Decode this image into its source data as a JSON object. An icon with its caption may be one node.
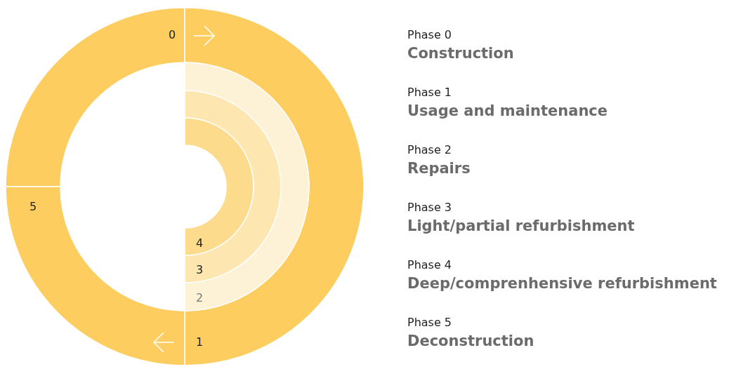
{
  "diagram": {
    "nodes": [
      {
        "text": [
          "0"
        ]
      },
      {
        "text": [
          "1"
        ]
      },
      {
        "text": [
          "2"
        ]
      },
      {
        "text": [
          "3"
        ]
      },
      {
        "text": [
          "4"
        ]
      },
      {
        "text": [
          "5"
        ]
      }
    ],
    "labels": [
      "Phase 0",
      "Construction",
      "Phase 1",
      "Usage and maintenance",
      "Phase 2",
      "Repairs",
      "Phase 3",
      "Light/partial refurbishment",
      "Phase 4",
      "Deep/comprenhensive refurbishment",
      "Phase 5",
      "Deconstruction"
    ]
  }
}
